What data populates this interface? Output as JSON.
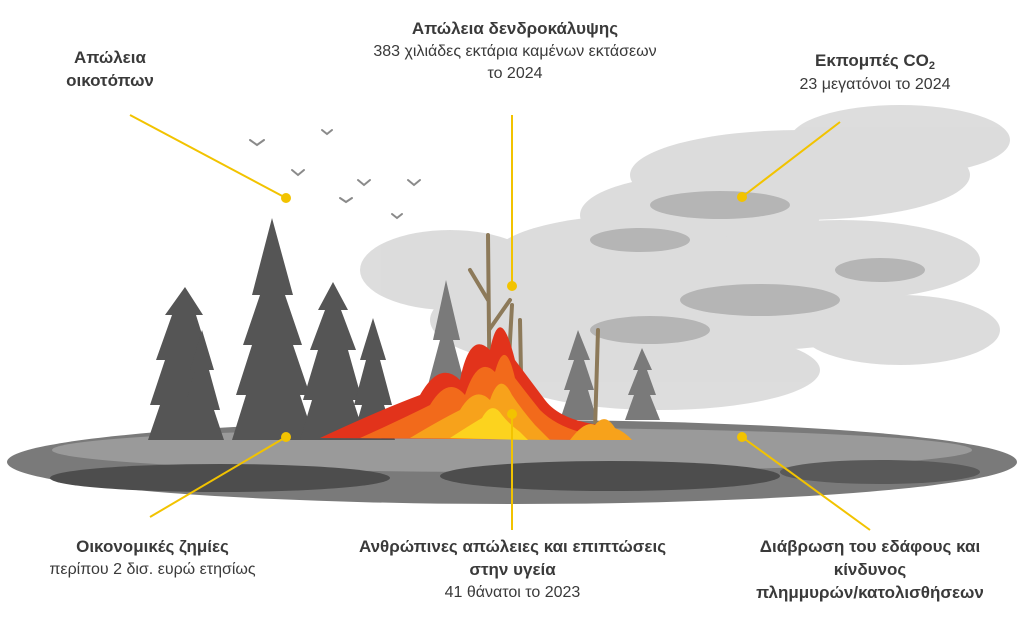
{
  "scene": {
    "accent_color": "#f2c300",
    "flame_colors": [
      "#e2331b",
      "#f26a1b",
      "#f7a21b",
      "#fcd31e"
    ],
    "smoke_color": "#d6d6d6",
    "tree_color": "#555555",
    "ground_color": "#6a6a6a"
  },
  "impacts": {
    "habitat": {
      "title": "Απώλεια οικοτόπων"
    },
    "tree_cover": {
      "title": "Απώλεια δενδροκάλυψης",
      "desc_line1": "383 χιλιάδες εκτάρια καμένων εκτάσεων",
      "desc_line2": "το 2024"
    },
    "co2": {
      "title_prefix": "Εκπομπές CO",
      "title_sub": "2",
      "desc": "23 μεγατόνοι το 2024"
    },
    "economic": {
      "title": "Οικονομικές ζημίες",
      "desc": "περίπου 2 δισ. ευρώ ετησίως"
    },
    "human": {
      "title_line1": "Ανθρώπινες απώλειες και επιπτώσεις",
      "title_line2": "στην υγεία",
      "desc": "41 θάνατοι το 2023"
    },
    "soil": {
      "title_line1": "Διάβρωση του εδάφους και",
      "title_line2": "κίνδυνος",
      "title_line3": "πλημμυρών/κατολισθήσεων"
    }
  }
}
